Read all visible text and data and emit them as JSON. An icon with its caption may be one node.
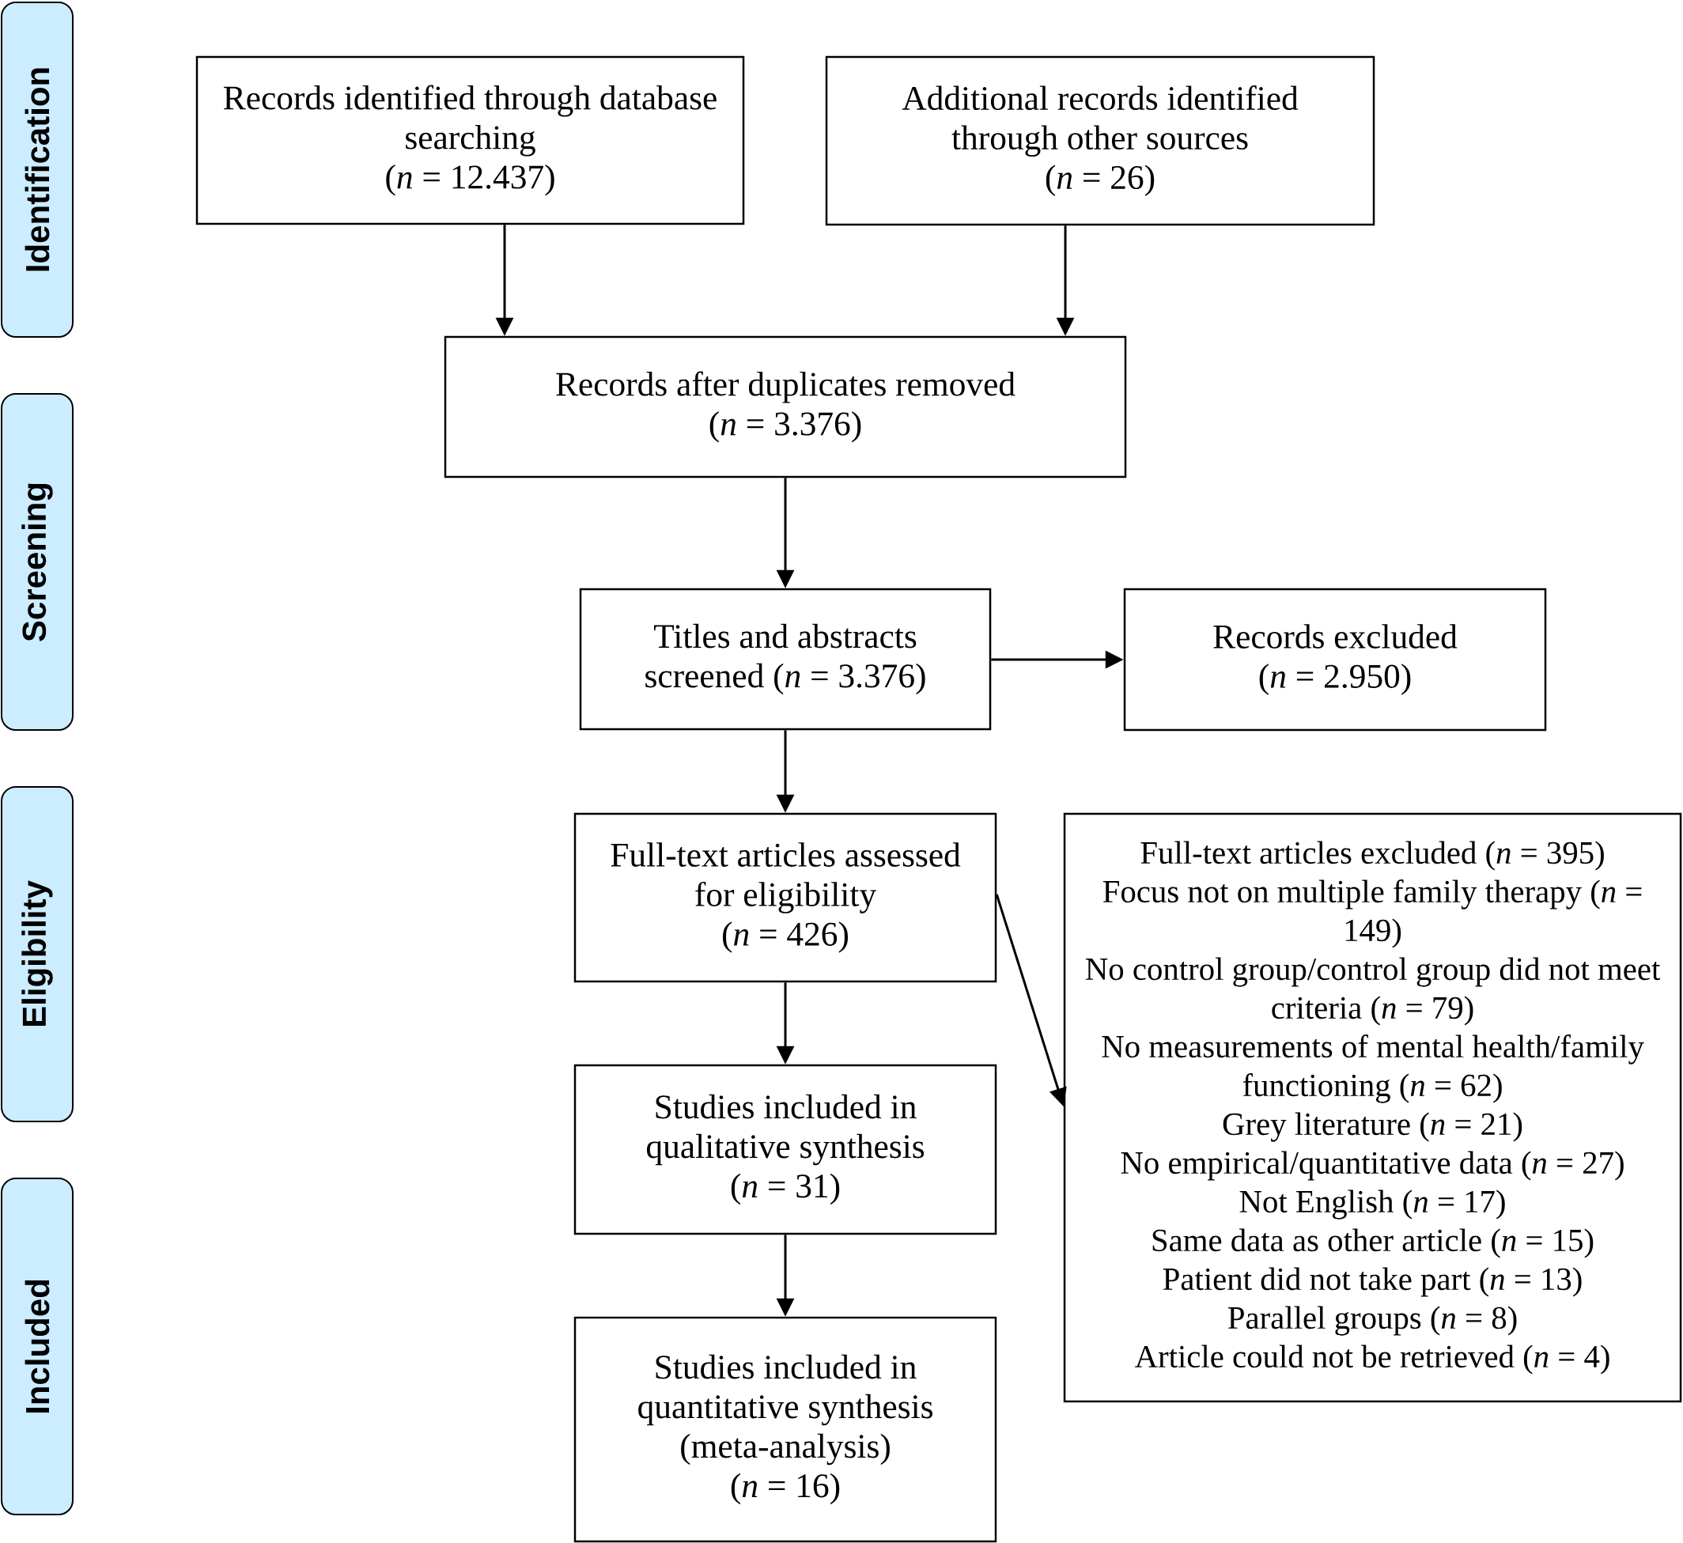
{
  "diagram": {
    "nodes": [
      {
        "text": [
          "Identification"
        ]
      },
      {
        "text": [
          "Screening"
        ]
      },
      {
        "text": [
          "Eligibility"
        ]
      },
      {
        "text": [
          "Included"
        ]
      },
      {
        "text": [
          "Records identified through database searching",
          "(*n* = 12.437)"
        ]
      },
      {
        "text": [
          "Additional records identified through other sources",
          "(*n* = 26)"
        ]
      },
      {
        "text": [
          "Records after duplicates removed",
          "(*n* = 3.376)"
        ]
      },
      {
        "text": [
          "Titles and abstracts screened (*n* = 3.376)"
        ]
      },
      {
        "text": [
          "Records excluded",
          "(*n* = 2.950)"
        ]
      },
      {
        "text": [
          "Full-text articles assessed for eligibility",
          "(*n* = 426)"
        ]
      },
      {
        "text": [
          "Full-text articles excluded (*n* = 395)",
          "Focus not on multiple family therapy (*n* = 149)",
          "No control group/control group did not meet criteria (*n* = 79)",
          "No measurements of mental health/family functioning (*n* = 62)",
          "Grey literature (*n* = 21)",
          "No empirical/quantitative data (*n* = 27)",
          "Not English (*n* = 17)",
          "Same data as other article (*n* = 15)",
          "Patient did not take part (*n* = 13)",
          "Parallel groups (*n* = 8)",
          "Article could not be retrieved (*n* = 4)"
        ]
      },
      {
        "text": [
          "Studies included in qualitative synthesis",
          "(*n* = 31)"
        ]
      },
      {
        "text": [
          "Studies included in quantitative synthesis (meta-analysis)",
          "(*n* = 16)"
        ]
      }
    ],
    "edges": [
      {
        "from": 4,
        "to": 6,
        "arrow": "to"
      },
      {
        "from": 5,
        "to": 6,
        "arrow": "to"
      },
      {
        "from": 6,
        "to": 7,
        "arrow": "to"
      },
      {
        "from": 7,
        "to": 8,
        "arrow": "to"
      },
      {
        "from": 7,
        "to": 9,
        "arrow": "to"
      },
      {
        "from": 9,
        "to": 10,
        "arrow": "to"
      },
      {
        "from": 9,
        "to": 11,
        "arrow": "to"
      },
      {
        "from": 11,
        "to": 12,
        "arrow": "to"
      }
    ]
  }
}
